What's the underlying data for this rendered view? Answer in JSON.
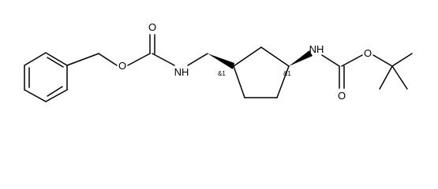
{
  "molecule": {
    "atoms": {
      "o_ether_left": "O",
      "o_carbonyl_left": "O",
      "nh_left": "NH",
      "nh_right": "NH",
      "o_carbonyl_right": "O",
      "o_ether_right": "O"
    },
    "stereo_labels": {
      "c1": "&1",
      "c3": "&1"
    }
  },
  "colors": {
    "bond": "#000000",
    "background": "#ffffff"
  }
}
